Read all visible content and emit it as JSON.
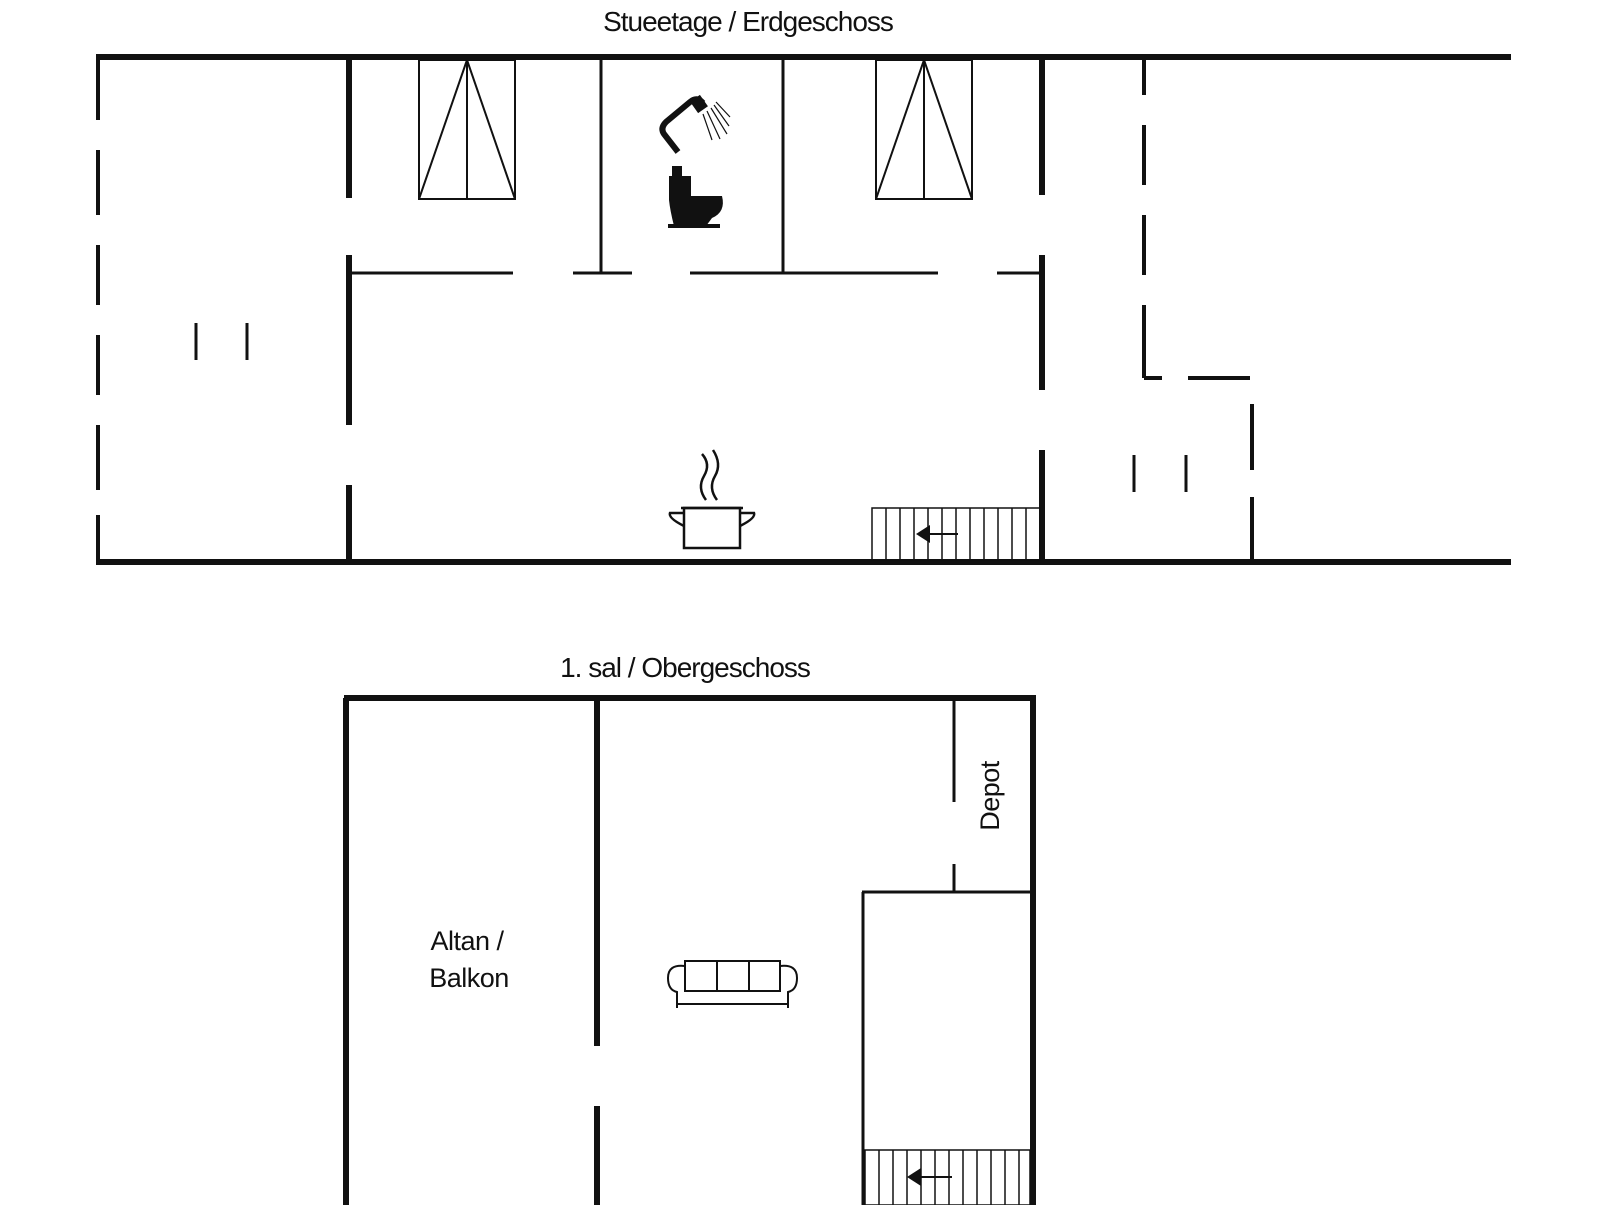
{
  "floors": {
    "ground": {
      "title": "Stueetage / Erdgeschoss"
    },
    "upper": {
      "title": "1. sal / Obergeschoss"
    }
  },
  "rooms": {
    "balcony": {
      "line1": "Altan /",
      "line2": "Balkon"
    },
    "storage": {
      "label": "Depot"
    }
  },
  "colors": {
    "ink": "#111111",
    "background": "#ffffff"
  },
  "icons": [
    "shower-icon",
    "toilet-icon",
    "cooking-pot-icon",
    "sofa-icon",
    "bed-icon",
    "stairs-icon",
    "stairs-arrow-icon"
  ]
}
